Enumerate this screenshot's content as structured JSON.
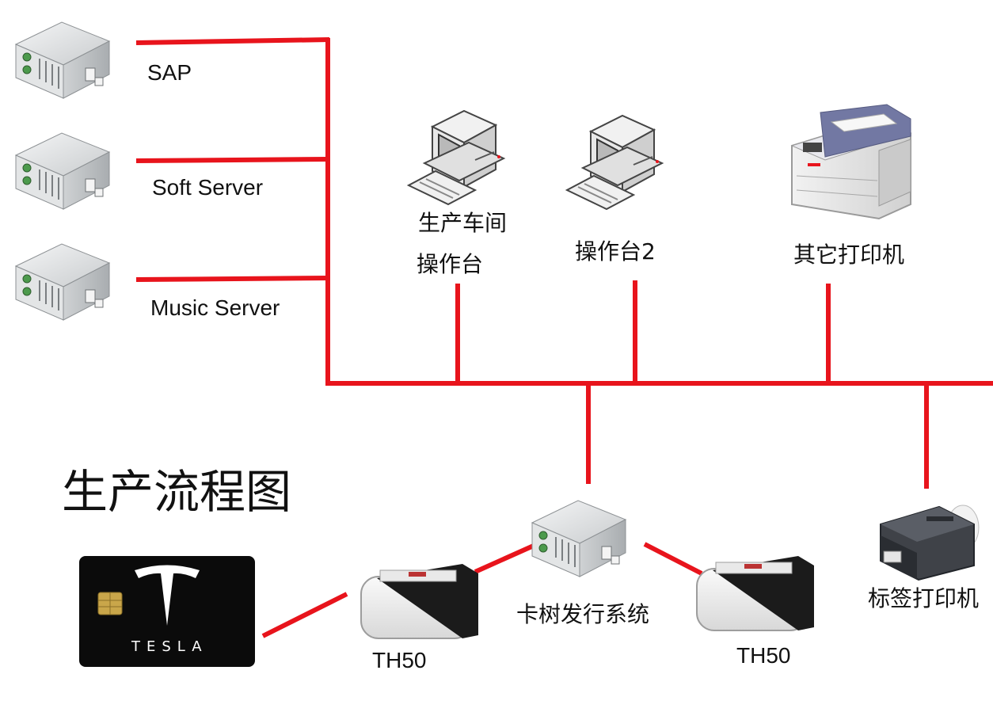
{
  "title": "生产流程图",
  "colors": {
    "line": "#e8141c",
    "server_body": "#d9dbdd",
    "card": "#0b0b0b"
  },
  "nodes": {
    "sap": {
      "label": "SAP",
      "icon": "server-icon"
    },
    "soft_server": {
      "label": "Soft Server",
      "icon": "server-icon"
    },
    "music_server": {
      "label": "Music Server",
      "icon": "server-icon"
    },
    "workstation_1": {
      "label_line1": "生产车间",
      "label_line2": "操作台",
      "icon": "computer-icon"
    },
    "workstation_2": {
      "label": "操作台2",
      "icon": "computer-icon"
    },
    "other_printer": {
      "label": "其它打印机",
      "icon": "laser-printer-icon"
    },
    "card_system": {
      "label": "卡树发行系统",
      "icon": "server-icon"
    },
    "th50_left": {
      "label": "TH50",
      "icon": "card-printer-icon"
    },
    "th50_right": {
      "label": "TH50",
      "icon": "card-printer-icon"
    },
    "label_printer": {
      "label": "标签打印机",
      "icon": "label-printer-icon"
    },
    "card": {
      "label": "TESLA",
      "icon": "smart-card-icon"
    }
  }
}
